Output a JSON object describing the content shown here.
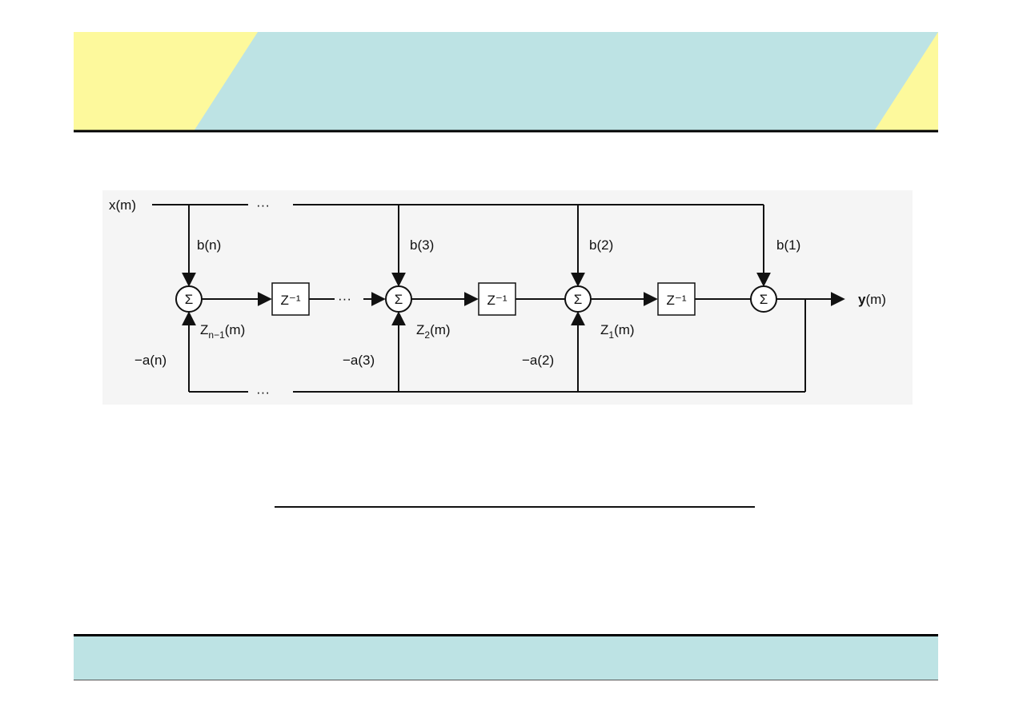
{
  "colors": {
    "header_cyan": "#bde3e4",
    "header_yellow": "#fdf99c",
    "footer_cyan": "#bde3e4",
    "diagram_bg": "#f5f5f5",
    "line": "#111111"
  },
  "diagram": {
    "input_label": "x(m)",
    "output_label": "y(m)",
    "sum_symbol": "Σ",
    "ellipsis": "···",
    "delays": [
      {
        "label": "Z⁻¹"
      },
      {
        "label": "Z⁻¹"
      },
      {
        "label": "Z⁻¹"
      }
    ],
    "b_coeffs": [
      "b(n)",
      "b(3)",
      "b(2)",
      "b(1)"
    ],
    "a_coeffs": [
      "−a(n)",
      "−a(3)",
      "−a(2)"
    ],
    "states": [
      {
        "main": "Z",
        "sub": "n−1",
        "tail": "(m)"
      },
      {
        "main": "Z",
        "sub": "2",
        "tail": "(m)"
      },
      {
        "main": "Z",
        "sub": "1",
        "tail": "(m)"
      }
    ]
  }
}
